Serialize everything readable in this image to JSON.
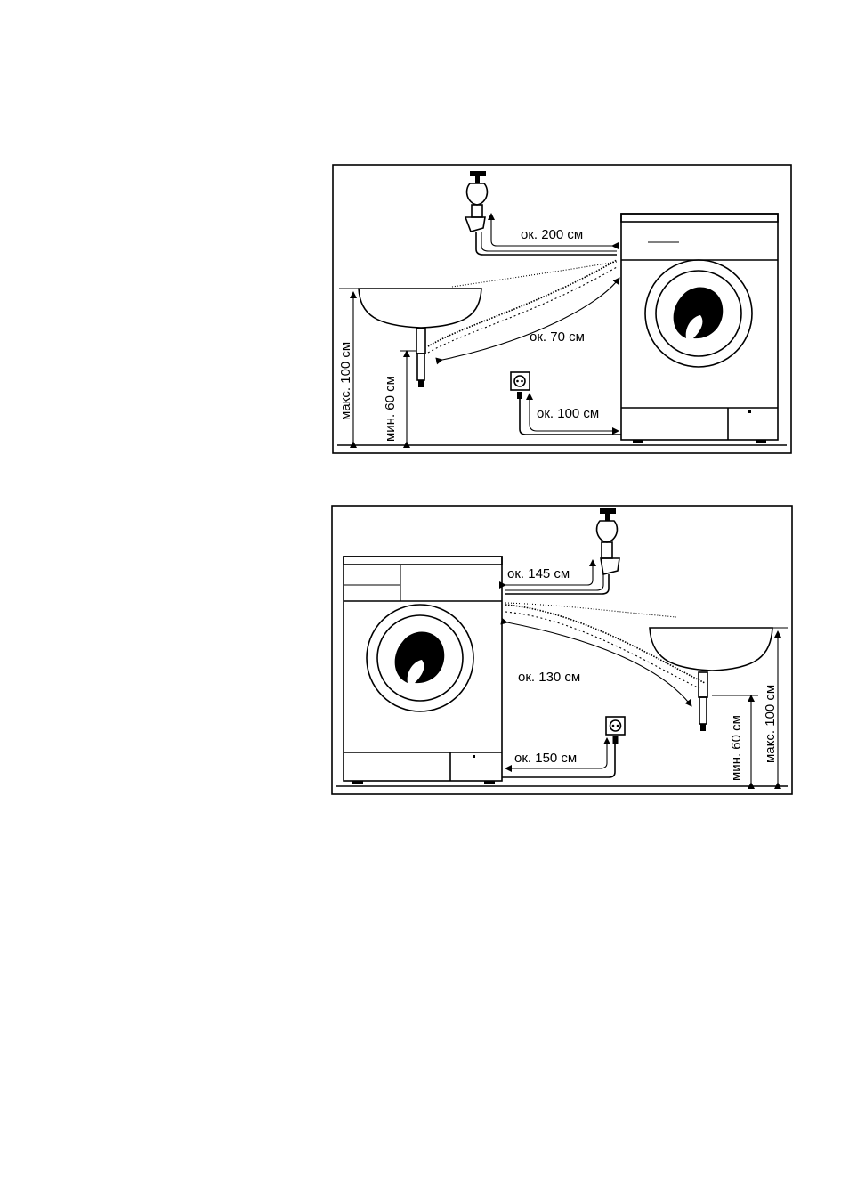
{
  "diagram_1": {
    "labels": {
      "tap_distance": "ок. 200 см",
      "drain_distance": "ок. 70 см",
      "socket_distance": "ок. 100 см",
      "max_height": "макс. 100 см",
      "min_height": "мин. 60 см"
    }
  },
  "diagram_2": {
    "labels": {
      "tap_distance": "ок. 145 см",
      "drain_distance": "ок. 130 см",
      "socket_distance": "ок. 150 см",
      "max_height": "макс. 100 см",
      "min_height": "мин. 60 см"
    }
  }
}
